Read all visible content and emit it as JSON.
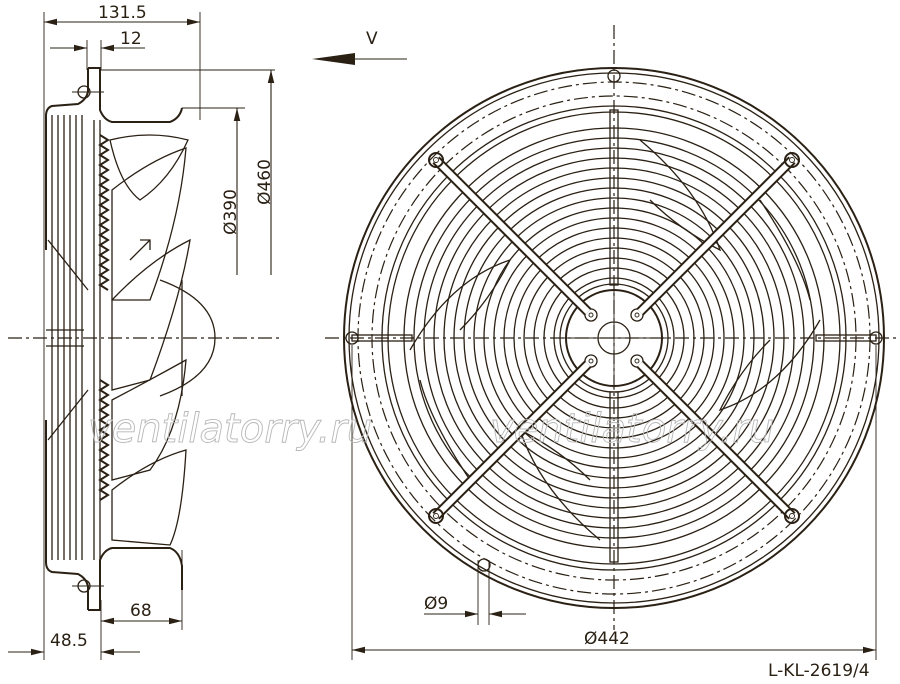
{
  "drawing": {
    "code": "L-KL-2619/4",
    "view_label": "V",
    "watermark": "ventilatorry.ru",
    "line_color": "#2a2014",
    "background": "#ffffff"
  },
  "side_view": {
    "dimensions": {
      "overall_depth": "131.5",
      "flange_thickness": "12",
      "inner_diameter": "Ø390",
      "outer_diameter": "Ø460",
      "motor_depth": "68",
      "grille_depth": "48.5"
    }
  },
  "front_view": {
    "dimensions": {
      "bolt_circle_diameter": "Ø442",
      "hole_diameter": "Ø9"
    }
  }
}
